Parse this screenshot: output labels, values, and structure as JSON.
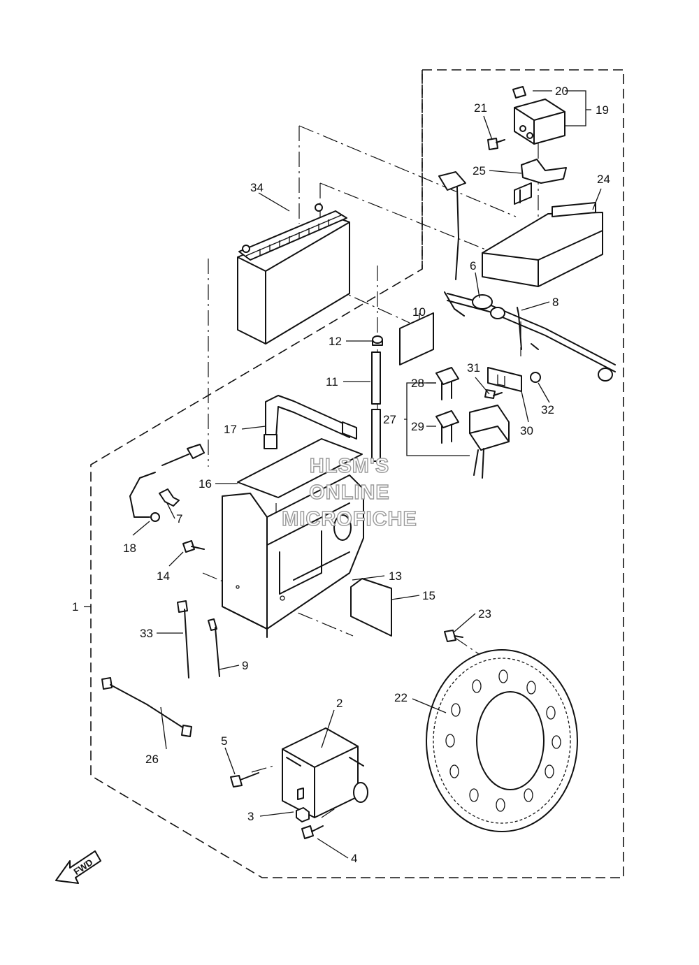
{
  "watermark": {
    "line1": "HLSM'S",
    "line2": "ONLINE",
    "line3": "MICROFICHE"
  },
  "direction_label": "FWD",
  "callouts": {
    "c1": "1",
    "c2": "2",
    "c3": "3",
    "c4": "4",
    "c5": "5",
    "c6": "6",
    "c7": "7",
    "c8": "8",
    "c9": "9",
    "c10": "10",
    "c11": "11",
    "c12": "12",
    "c13": "13",
    "c14": "14",
    "c15": "15",
    "c16": "16",
    "c17": "17",
    "c18": "18",
    "c19": "19",
    "c20": "20",
    "c21": "21",
    "c22": "22",
    "c23": "23",
    "c24": "24",
    "c25": "25",
    "c26": "26",
    "c27": "27",
    "c28": "28",
    "c29": "29",
    "c30": "30",
    "c31": "31",
    "c32": "32",
    "c33": "33",
    "c34": "34"
  }
}
